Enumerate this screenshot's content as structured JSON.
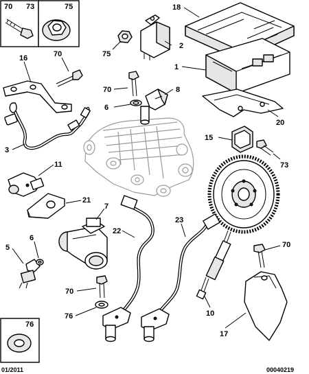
{
  "callouts": {
    "c70_box": "70",
    "c73_box": "73",
    "c75_box": "75",
    "c76_box": "76",
    "c18": "18",
    "c2": "2",
    "c75": "75",
    "c1": "1",
    "c16": "16",
    "c70_a": "70",
    "c70_b": "70",
    "c8": "8",
    "c6_a": "6",
    "c20": "20",
    "c3": "3",
    "c15": "15",
    "c73": "73",
    "c11": "11",
    "c21": "21",
    "c7": "7",
    "c22": "22",
    "c23": "23",
    "c5": "5",
    "c6_b": "6",
    "c70_c": "70",
    "c76": "76",
    "c70_d": "70",
    "c10": "10",
    "c17": "17"
  },
  "footer": {
    "date": "01/2011",
    "ref": "00040219"
  }
}
